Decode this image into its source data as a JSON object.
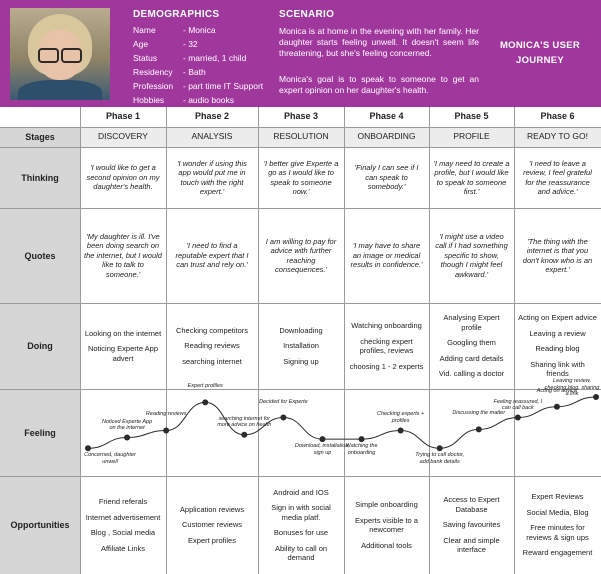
{
  "header": {
    "demographics_title": "DEMOGRAPHICS",
    "demographics": [
      {
        "key": "Name",
        "value": "- Monica"
      },
      {
        "key": "Age",
        "value": "- 32"
      },
      {
        "key": "Status",
        "value": "- married, 1 child"
      },
      {
        "key": "Residency",
        "value": "- Bath"
      },
      {
        "key": "Profession",
        "value": "- part time IT Support"
      },
      {
        "key": "Hobbies",
        "value": "- audio books"
      }
    ],
    "scenario_title": "SCENARIO",
    "scenario_p1": "Monica is at home in the evening with her family. Her daughter starts feeling unwell. It doesn't seem life threatening, but she's feeling concerned.",
    "scenario_p2": "Monica's goal is to speak to someone to get an expert opinion on her daughter's health.",
    "journey_title": "MONICA'S USER JOURNEY",
    "brand_color": "#a0379c"
  },
  "row_labels": {
    "stages": "Stages",
    "thinking": "Thinking",
    "quotes": "Quotes",
    "doing": "Doing",
    "feeling": "Feeling",
    "opportunities": "Opportunities"
  },
  "phases": [
    {
      "name": "Phase 1",
      "stage": "DISCOVERY",
      "thinking": "'I would like to get a second opinion on my daughter's health.",
      "quote": "'My daughter is ill. I've been doing search on the internet, but I would like to talk to someone.'",
      "doing": [
        "Looking on the internet",
        "Noticing Experte App advert"
      ],
      "opportunities": [
        "Friend referals",
        "Internet advertisement",
        "Blog , Social media",
        "Affiliate Links"
      ]
    },
    {
      "name": "Phase 2",
      "stage": "ANALYSIS",
      "thinking": "'I wonder if using this app would put me in touch with the right expert.'",
      "quote": "'I need to find a reputable expert that I can trust and rely on.'",
      "doing": [
        "Checking competitors",
        "Reading reviews",
        "searching internet"
      ],
      "opportunities": [
        "Application reviews",
        "Customer reviews",
        "Expert profiles"
      ]
    },
    {
      "name": "Phase 3",
      "stage": "RESOLUTION",
      "thinking": "'I better give Experte a go as I would like to speak to someone now.'",
      "quote": "I am willing to pay for advice with further reaching consequences.'",
      "doing": [
        "Downloading",
        "Installation",
        "Signing up"
      ],
      "opportunities": [
        "Android and IOS",
        "Sign in with social media platf.",
        "Bonuses for use",
        "Ability to call on demand"
      ]
    },
    {
      "name": "Phase 4",
      "stage": "ONBOARDING",
      "thinking": "'Finaly I can see if I can speak to somebody.'",
      "quote": "'I may have to share an image or medical results in confidence.'",
      "doing": [
        "Watching onboarding",
        "checking expert profiles, reviews",
        "choosing 1 - 2 experts"
      ],
      "opportunities": [
        "Simple onboarding",
        "Experts visible to a newcomer",
        "Additional tools"
      ]
    },
    {
      "name": "Phase 5",
      "stage": "PROFILE",
      "thinking": "'I may need to create a profile, but I would like to speak to someone first.'",
      "quote": "'I might use a video call if I had something specific to show, though I might feel awkward.'",
      "doing": [
        "Analysing Expert profile",
        "Googling them",
        "Adding card details",
        "Vid. calling a doctor"
      ],
      "opportunities": [
        "Access to Expert Database",
        "Saving favourites",
        "Clear and simple interface"
      ]
    },
    {
      "name": "Phase 6",
      "stage": "READY TO GO!",
      "thinking": "'I need to leave a review, I feel grateful for the reassurance and advice.'",
      "quote": "'The thing with the internet is that you don't know who is an expert.'",
      "doing": [
        "Acting on Expert advice",
        "Leaving a review",
        "Reading blog",
        "Sharing link with friends"
      ],
      "opportunities": [
        "Expert Reviews",
        "Social Media, Blog",
        "Free minutes for reviews & sign ups",
        "Reward engagement"
      ]
    }
  ],
  "feeling_points": [
    {
      "label": "Concerned, daughter unwell",
      "level": 0.05
    },
    {
      "label": "Noticed Experte App on the internet",
      "level": 0.25
    },
    {
      "label": "Reading reviews",
      "level": 0.38
    },
    {
      "label": "Expert profiles",
      "level": 0.9
    },
    {
      "label": "searching internet for more advice on health",
      "level": 0.3
    },
    {
      "label": "Decided for Experte",
      "level": 0.62
    },
    {
      "label": "Download, installation, sign up",
      "level": 0.22
    },
    {
      "label": "Watching the onboarding",
      "level": 0.22
    },
    {
      "label": "Checking experts + profiles",
      "level": 0.38
    },
    {
      "label": "Trying to call doctor, add bank details",
      "level": 0.05
    },
    {
      "label": "Discussing the matter",
      "level": 0.4
    },
    {
      "label": "Feeling reassured, I can call back",
      "level": 0.62
    },
    {
      "label": "Acting on advice",
      "level": 0.82
    },
    {
      "label": "Leaving review, checking blog, sharing a link",
      "level": 1.0
    }
  ]
}
